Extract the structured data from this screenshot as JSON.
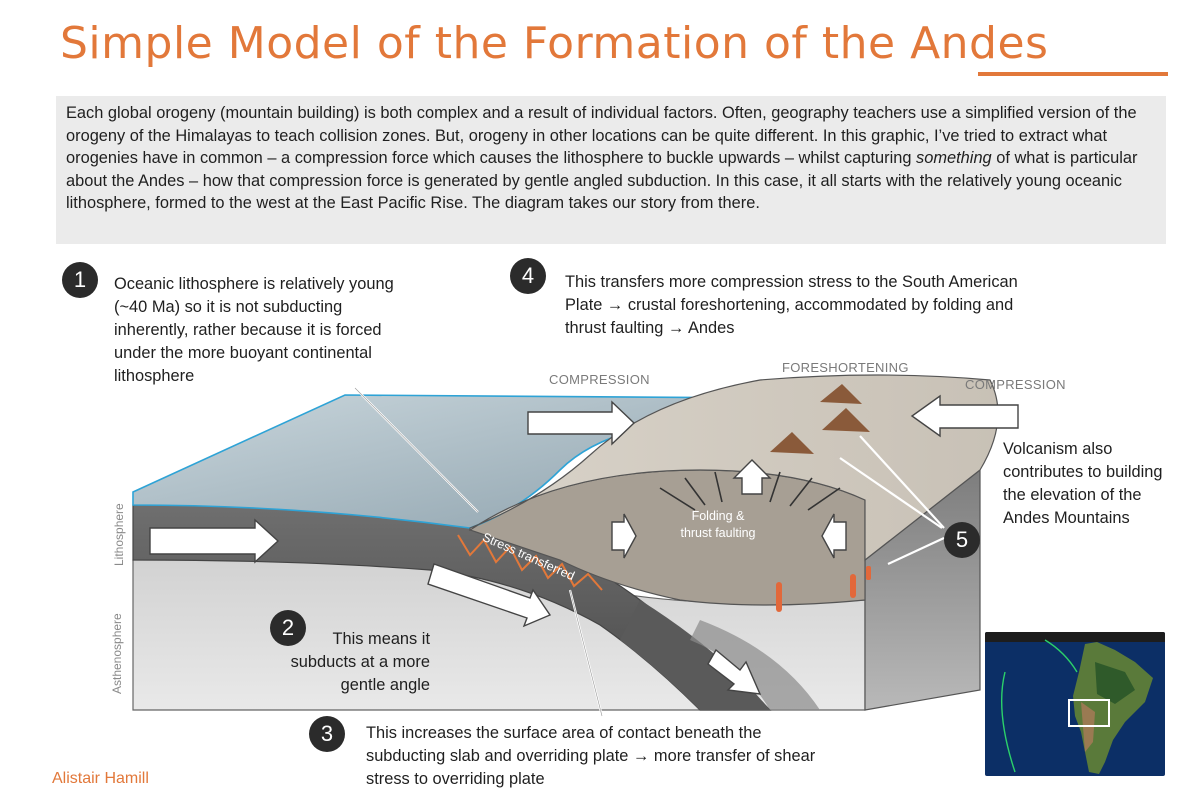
{
  "title": "Simple Model of the Formation of the Andes",
  "intro": {
    "p1": "Each global orogeny (mountain building) is both complex and a result of individual factors. Often, geography teachers use a simplified version of the orogeny of the Himalayas to teach collision zones. But, orogeny in other locations can be quite different. In this graphic, I’ve tried to extract what orogenies have in common – a compression force which causes the lithosphere to buckle upwards – whilst capturing ",
    "em": "something",
    "p2": " of what is particular about the Andes – how that compression force is generated by gentle angled subduction. In this case, it all starts with the relatively young oceanic lithosphere, formed to the west at the East Pacific Rise. The diagram takes our story from there."
  },
  "steps": [
    {
      "num": "1",
      "text": "Oceanic lithosphere is relatively young (~40 Ma) so it is not subducting inherently, rather because it is forced under the more buoyant continental lithosphere"
    },
    {
      "num": "2",
      "text": "This means it subducts at a more gentle angle"
    },
    {
      "num": "3",
      "text": "This increases the surface area of contact beneath the subducting slab and overriding plate → more transfer of shear stress to overriding plate"
    },
    {
      "num": "4",
      "text": "This transfers more compression stress to the South American Plate → crustal foreshortening, accommodated by folding and thrust faulting → Andes"
    },
    {
      "num": "5",
      "text": "Volcanism also contributes to building the elevation of the Andes Mountains"
    }
  ],
  "labels": {
    "compression_left": "COMPRESSION",
    "compression_right": "COMPRESSION",
    "foreshortening": "FORESHORTENING",
    "folding": "Folding & thrust faulting",
    "stress": "Stress transferred",
    "lithosphere": "Lithosphere",
    "asthenosphere": "Asthenosphere"
  },
  "author": "Alistair Hamill",
  "colors": {
    "accent": "#e2783a",
    "badge": "#2b2b2b",
    "intro_bg": "#ebebeb",
    "ocean_outline": "#2ea3d6"
  }
}
